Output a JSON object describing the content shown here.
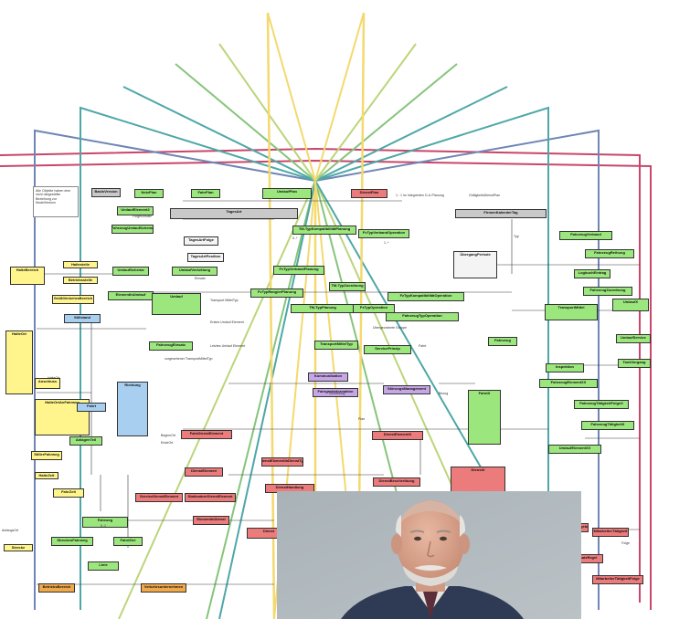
{
  "diagram": {
    "note": "Alle Objekte haben eine nicht dargestellte Beziehung zur ModelVersion",
    "classes": {
      "yellow": [
        "Haltestelle",
        "Betriebsstelle",
        "HalteBereich",
        "GrößtVerkehrsBereich",
        "HalteOrt",
        "Anschluss",
        "HalteOrtAnFahrweg",
        "StillerFahrweg",
        "HalteZeit",
        "FahrZeit",
        "Strecke"
      ],
      "green": [
        "UmlaufPlan",
        "NetzPlan",
        "FahrPlan",
        "UmlaufElement2",
        "FahrzeugUmlaufSchema",
        "UmlaufSchema",
        "UmlaufVerkettung",
        "ElementInUmlauf",
        "Umlauf",
        "FahrzeugEinsatz",
        "TM-TypKompatibilitätPlanung",
        "FvTypVerbandOperation",
        "FvTypVerbandPlanung",
        "TM-TypZuordnung",
        "FvTypRangierPlanung",
        "TM-TypPlanung",
        "FzTypOperation",
        "FzTypKompatibilitätOperation",
        "FahrzeugTypOperation",
        "FahrzeugVerband",
        "FahrzeugReihung",
        "LogbuchEintrag",
        "FahrzeugZuordnung",
        "TransportMittel",
        "UmlaufX",
        "TransportMittelTyp",
        "ServicePrinzip",
        "Fahrzeug",
        "Inspektion",
        "UmlaufService",
        "TankVorgang",
        "FahrzeugElementXX",
        "FahrzeugTätigkeitFolgeX",
        "FahrzeugTätigkeitX",
        "FahrtX",
        "UmlaufElementXX",
        "Fahrweg",
        "StreckenFahrweg",
        "FahrtZiel",
        "Linie",
        "AnlagenTeil"
      ],
      "red": [
        "DienstPlan",
        "FahrDienstElement",
        "DienstElement",
        "ServiceDienstElement",
        "StationärerDienstElement",
        "ElementInDienst",
        "DienstElementInDienstTyp",
        "DienstElementX",
        "DienstX",
        "DienstBeschreibung",
        "DienstHandlung",
        "Dienst",
        "MitarbeiterTätigkeit",
        "MitarbeiterTätigkeitFolge",
        "DiensteinsatzRegel",
        "RegelErgebnis"
      ],
      "blue": [
        "Stillstand",
        "Richtung",
        "Fahrt"
      ],
      "gray": [
        "BasisVersion",
        "TagesArt",
        "FirmenKalenderTag"
      ],
      "white": [
        "TagesArtPosition",
        "TagesArtFolge",
        "ÜbergangPeriode"
      ],
      "violet": [
        "Kommunikation",
        "FahrgastInformation",
        "StörungsManagement"
      ],
      "orange": [
        "BetriebsBereich",
        "Verkehrsunternehmen"
      ]
    },
    "labels": [
      "1 : 1 im Integrierten D-U-Planung",
      "GültigkeitsDienstPlan",
      "FolgeEinsatz",
      "Typ",
      "Einsatz",
      "Transport MittelTyp",
      "Letztes Umlauf Element",
      "Erstes Umlauf Element",
      "vorgesehener TransportMittelTyp",
      "Übergeordnete Gruppe",
      "Fahrt",
      "Plan",
      "Bezug",
      "Zuordnung",
      "HalteOrt",
      "Folge",
      "AnfangsOrt",
      "EndeOrt",
      "BeginnOrt",
      "0..*",
      "1..*",
      "0..1"
    ]
  },
  "fan": {
    "colors": [
      "#c8466a",
      "#6f86b5",
      "#4ea7a7",
      "#86c47b",
      "#bcd57a",
      "#f4d96e"
    ]
  },
  "photo": {
    "subject": "portrait-photo",
    "background": "#adb6bb",
    "skin": "#d9a891",
    "hair": "#e4e4e0",
    "jacket": "#2f3b55"
  }
}
